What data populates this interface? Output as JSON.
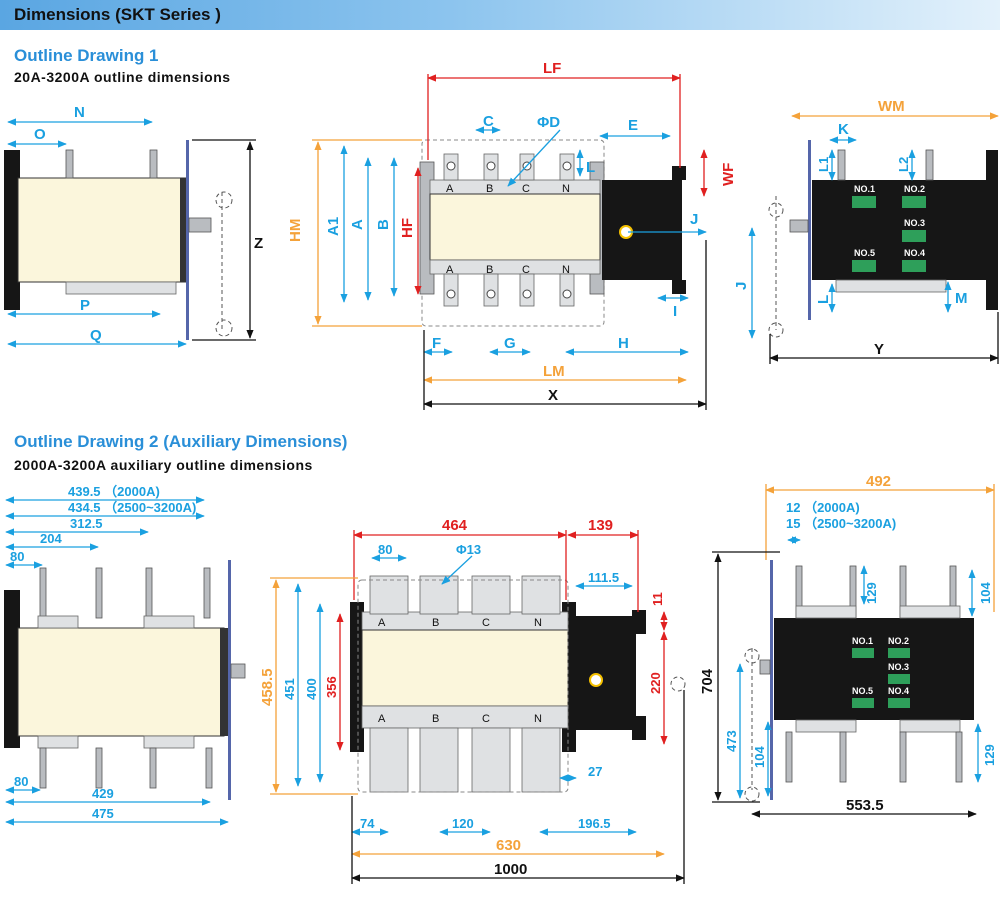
{
  "header": {
    "title": "Dimensions (SKT Series )"
  },
  "drawing1": {
    "title": "Outline Drawing 1",
    "subtitle": "20A-3200A outline dimensions",
    "left": {
      "N": "N",
      "O": "O",
      "P": "P",
      "Q": "Q",
      "Z": "Z"
    },
    "front": {
      "LF": "LF",
      "C": "C",
      "PhiD": "ΦD",
      "E": "E",
      "WF": "WF",
      "L": "L",
      "J": "J",
      "I": "I",
      "HM": "HM",
      "A1": "A1",
      "A": "A",
      "B": "B",
      "HF": "HF",
      "F": "F",
      "G": "G",
      "H": "H",
      "LM": "LM",
      "X": "X"
    },
    "right": {
      "WM": "WM",
      "K": "K",
      "L1": "L1",
      "L2": "L2",
      "J": "J",
      "L": "L",
      "M": "M",
      "Y": "Y"
    },
    "phases": [
      "A",
      "B",
      "C",
      "N"
    ],
    "terminals": [
      "NO.1",
      "NO.2",
      "NO.3",
      "NO.5",
      "NO.4"
    ]
  },
  "drawing2": {
    "title": "Outline Drawing 2 (Auxiliary Dimensions)",
    "subtitle": "2000A-3200A auxiliary outline dimensions",
    "left": {
      "d1": "439.5 （2000A)",
      "d2": "434.5 （2500~3200A)",
      "d3": "312.5",
      "d4": "204",
      "d5": "80",
      "d6": "80",
      "d7": "429",
      "d8": "475"
    },
    "front": {
      "d464": "464",
      "d139": "139",
      "d80": "80",
      "phi13": "Φ13",
      "d111": "111.5",
      "d11": "11",
      "d458": "458.5",
      "d451": "451",
      "d400": "400",
      "d356": "356",
      "d220": "220",
      "d27": "27",
      "d74": "74",
      "d120": "120",
      "d196": "196.5",
      "d630": "630",
      "d1000": "1000"
    },
    "right": {
      "d492": "492",
      "d12": "12 （2000A)",
      "d15": "15 （2500~3200A)",
      "d129a": "129",
      "d104a": "104",
      "d704": "704",
      "d473": "473",
      "d104b": "104",
      "d129b": "129",
      "d553": "553.5"
    }
  },
  "colors": {
    "cyan": "#1aa0e0",
    "red": "#e02020",
    "orange": "#f4a23a",
    "black": "#161616",
    "cream": "#fbf6dc"
  }
}
